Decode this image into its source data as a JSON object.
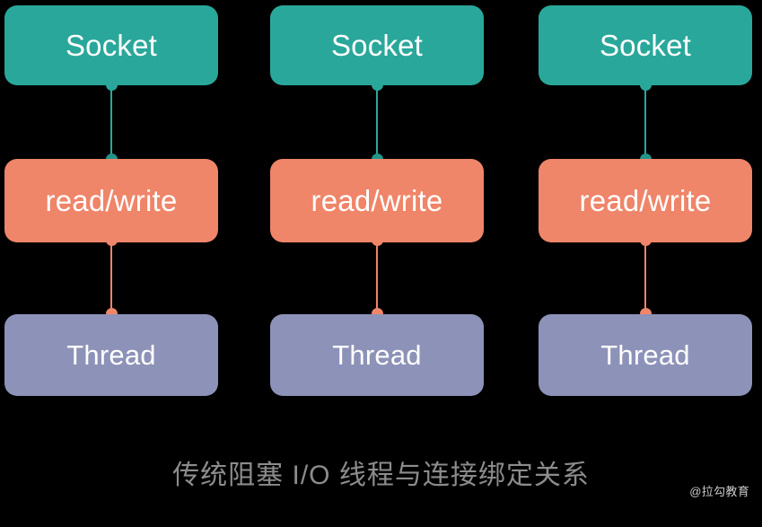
{
  "background_color": "#000000",
  "colors": {
    "socket": "#2aa79b",
    "read_write": "#ef8569",
    "thread": "#8d92b8",
    "caption_text": "#8c8c8c",
    "node_text": "#ffffff",
    "watermark_text": "#c9c9c9"
  },
  "diagram": {
    "columns": [
      {
        "socket_label": "Socket",
        "read_write_label": "read/write",
        "thread_label": "Thread"
      },
      {
        "socket_label": "Socket",
        "read_write_label": "read/write",
        "thread_label": "Thread"
      },
      {
        "socket_label": "Socket",
        "read_write_label": "read/write",
        "thread_label": "Thread"
      }
    ]
  },
  "caption": "传统阻塞 I/O 线程与连接绑定关系",
  "watermark": "@拉勾教育"
}
